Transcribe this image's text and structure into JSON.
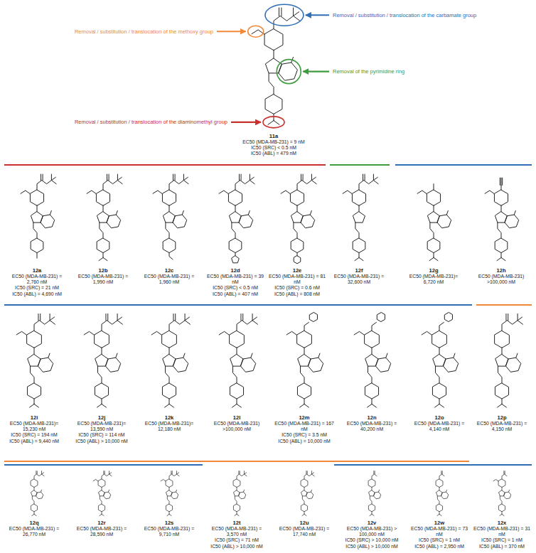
{
  "diagram": {
    "labels": [
      "Removal / substitution / translocation of the carbamate group",
      "Removal / substitution / translocation of the methoxy group",
      "Removal of the pyrimidine ring",
      "Removal / substitution / translocation of the diaminomethyl group",
      "11a",
      "EC50 (MDA-MB-231) = 9 nM",
      "IC50 (SRC) < 0.5 nM",
      "IC50 (ABL) = 479 nM",
      "12a",
      "EC50 (MDA-MB-231) = 2,760 nM",
      "IC50 (SRC) = 21 nM",
      "IC50 (ABL) = 4,690 nM",
      "12b",
      "EC50 (MDA-MB-231) = 1,990 nM",
      "12c",
      "EC50 (MDA-MB-231) = 1,960 nM",
      "12d",
      "EC50 (MDA-MB-231) = 39 nM",
      "IC50 (SRC) < 0.5 nM",
      "IC50 (ABL) = 407 nM",
      "12e",
      "EC50 (MDA-MB-231) = 81 nM",
      "IC50 (SRC) = 0.6 nM",
      "IC50 (ABL) = 808 nM",
      "12f",
      "EC50 (MDA-MB-231) = 32,600 nM",
      "12g",
      "EC50 (MDA-MB-231)= 6,720 nM",
      "12h",
      "EC50 (MDA-MB-231) >100,000 nM",
      "12i",
      "EC50 (MDA-MB-231)= 15,230 nM",
      "IC50 (SRC) = 194 nM",
      "IC50 (ABL) = 9,440 nM",
      "12j",
      "EC50 (MDA-MB-231)= 13,590 nM",
      "IC50 (SRC) = 114 nM",
      "IC50 (ABL) > 10,000 nM",
      "12k",
      "EC50 (MDA-MB-231)= 12,180 nM",
      "12l",
      "EC50 (MDA-MB-231) >100,000 nM",
      "12m",
      "EC50 (MDA-MB-231) = 167 nM",
      "IC50 (SRC) = 3.5 nM",
      "IC50 (ABL) = 10,000 nM",
      "12n",
      "EC50 (MDA-MB-231) = 40,200 nM",
      "12o",
      "EC50 (MDA-MB-231) = 4,140 nM",
      "12p",
      "EC50 (MDA-MB-231) = 4,150 nM",
      "12q",
      "EC50 (MDA-MB-231) = 26,770 nM",
      "12r",
      "EC50 (MDA-MB-231) = 28,590 nM",
      "12s",
      "EC50 (MDA-MB-231) = 9,710 nM",
      "12t",
      "EC50 (MDA-MB-231) = 3,570 nM",
      "IC50 (SRC) = 71 nM",
      "IC50 (ABL) > 10,000 nM",
      "12u",
      "EC50 (MDA-MB-231) = 17,740 nM",
      "12v",
      "EC50 (MDA-MB-231) > 100,000 nM",
      "IC50 (SRC) > 10,000 nM",
      "IC50 (ABL) > 10,000 nM",
      "12w",
      "EC50 (MDA-MB-231) = 73 nM",
      "IC50 (SRC) = 1 nM",
      "IC50 (ABL) = 2,950 nM",
      "12x",
      "EC50 (MDA-MB-231) = 31 nM",
      "IC50 (SRC) = 1 nM",
      "IC50 (ABL) = 370 nM"
    ]
  }
}
